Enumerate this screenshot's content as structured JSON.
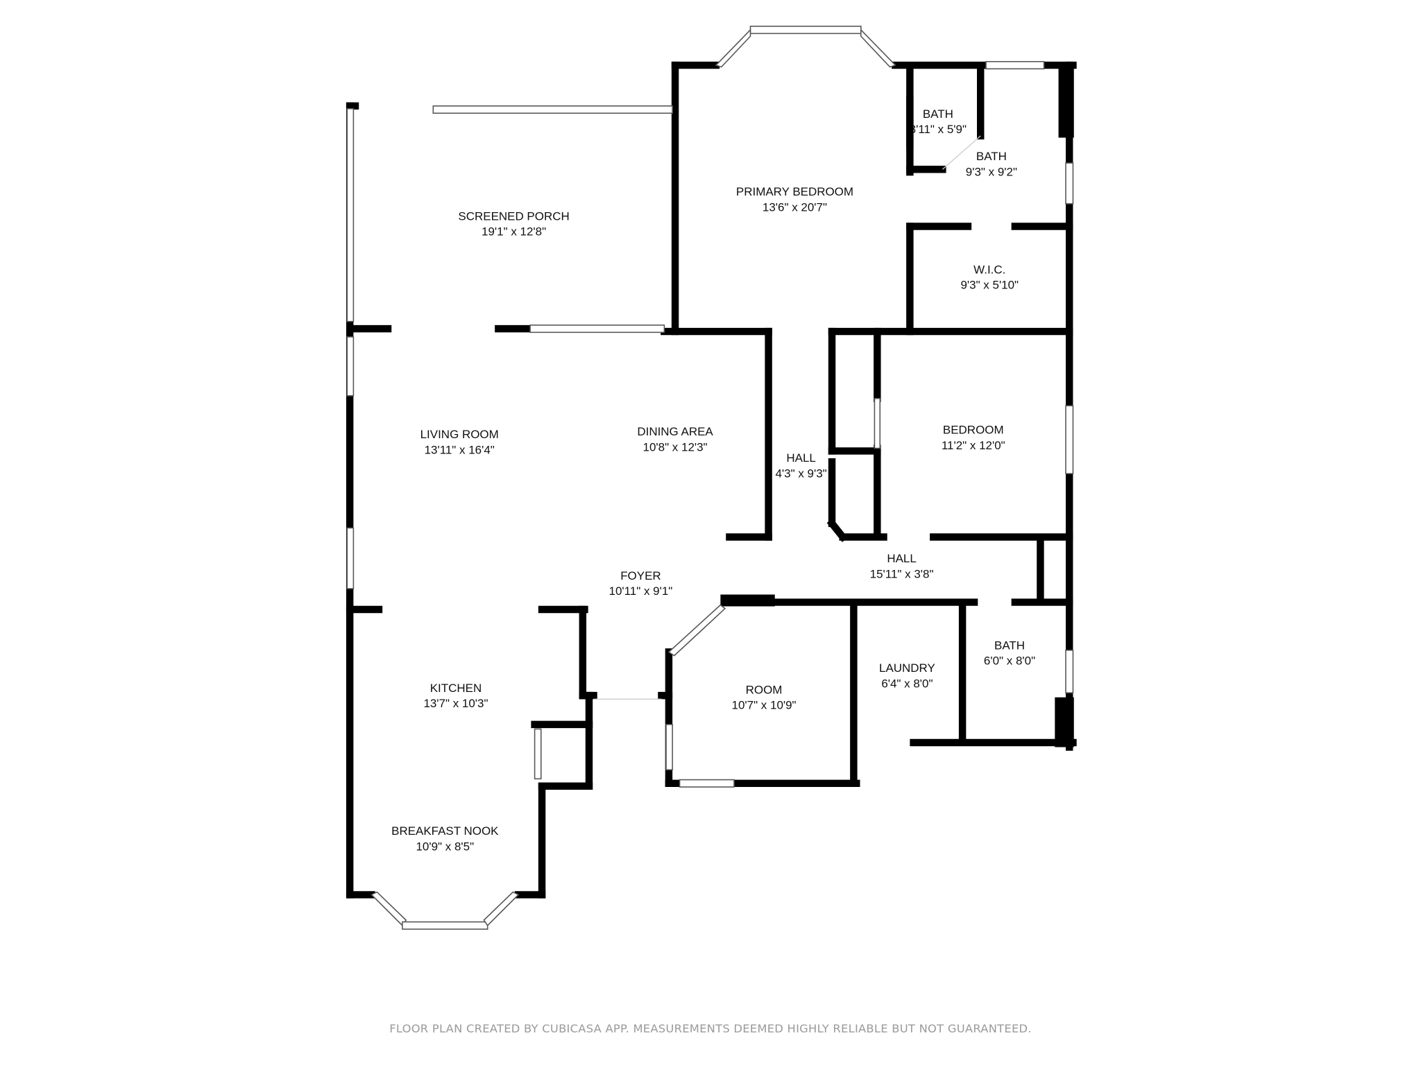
{
  "rooms": [
    {
      "name": "SCREENED PORCH",
      "size": "19'1\" x 12'8\""
    },
    {
      "name": "PRIMARY BEDROOM",
      "size": "13'6\" x 20'7\""
    },
    {
      "name": "BATH",
      "size": "3'11\" x 5'9\""
    },
    {
      "name": "BATH",
      "size": "9'3\" x 9'2\""
    },
    {
      "name": "W.I.C.",
      "size": "9'3\" x 5'10\""
    },
    {
      "name": "LIVING ROOM",
      "size": "13'11\" x 16'4\""
    },
    {
      "name": "DINING AREA",
      "size": "10'8\" x 12'3\""
    },
    {
      "name": "HALL",
      "size": "4'3\" x 9'3\""
    },
    {
      "name": "BEDROOM",
      "size": "11'2\" x 12'0\""
    },
    {
      "name": "FOYER",
      "size": "10'11\" x 9'1\""
    },
    {
      "name": "HALL",
      "size": "15'11\" x 3'8\""
    },
    {
      "name": "KITCHEN",
      "size": "13'7\" x 10'3\""
    },
    {
      "name": "LAUNDRY",
      "size": "6'4\" x 8'0\""
    },
    {
      "name": "BATH",
      "size": "6'0\" x 8'0\""
    },
    {
      "name": "ROOM",
      "size": "10'7\" x 10'9\""
    },
    {
      "name": "BREAKFAST NOOK",
      "size": "10'9\" x 8'5\""
    }
  ],
  "footer": "FLOOR PLAN CREATED BY CUBICASA APP. MEASUREMENTS DEEMED HIGHLY RELIABLE BUT NOT GUARANTEED."
}
